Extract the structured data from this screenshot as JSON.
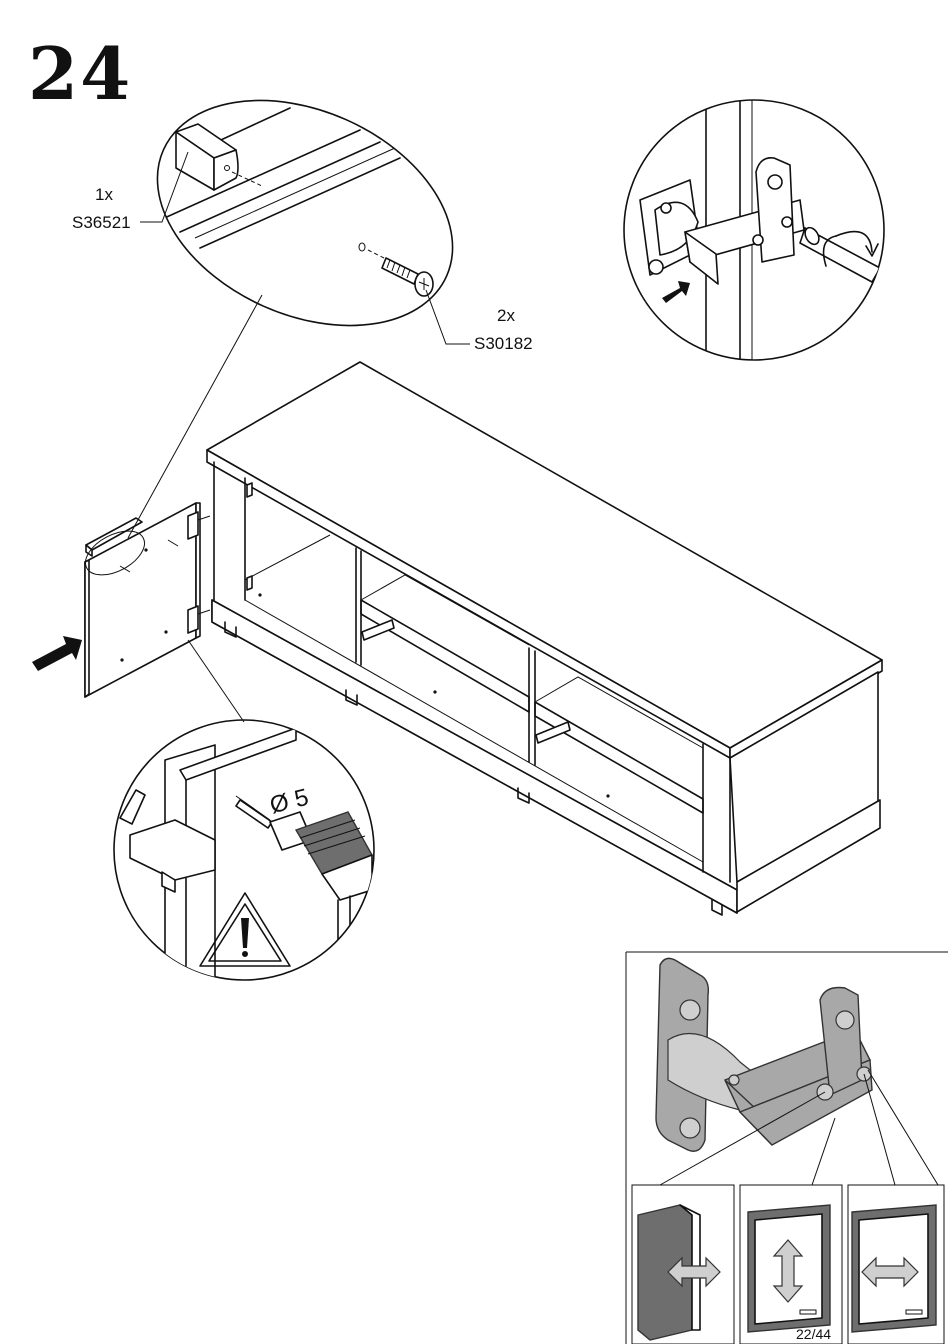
{
  "step": {
    "number": "24"
  },
  "parts": [
    {
      "quantity": "1x",
      "code": "S36521"
    },
    {
      "quantity": "2x",
      "code": "S30182"
    }
  ],
  "drill": {
    "diameter_label": "Ø 5"
  },
  "footer": {
    "page": "22/44"
  },
  "icons": [
    "hinge-adjust-icon",
    "warning-icon",
    "drill-icon",
    "push-arrow-icon",
    "double-arrow-icon"
  ]
}
